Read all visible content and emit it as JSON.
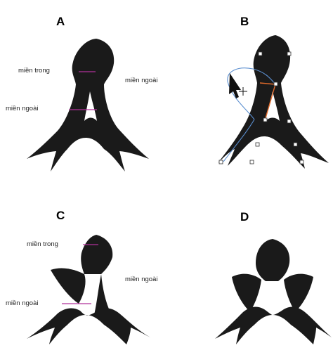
{
  "panels": [
    {
      "letter": "A",
      "labels": {
        "inner": "miền trong",
        "outer_left": "miền ngoài",
        "outer_right": "miền ngoài"
      }
    },
    {
      "letter": "B"
    },
    {
      "letter": "C",
      "labels": {
        "inner": "miền trong",
        "outer_left": "miền ngoài",
        "outer_right": "miền ngoài"
      }
    },
    {
      "letter": "D"
    }
  ],
  "colors": {
    "shape": "#1a1a1a",
    "leader": "#b0309a",
    "path": "#5b8fd0",
    "segment": "#e06a2a"
  }
}
